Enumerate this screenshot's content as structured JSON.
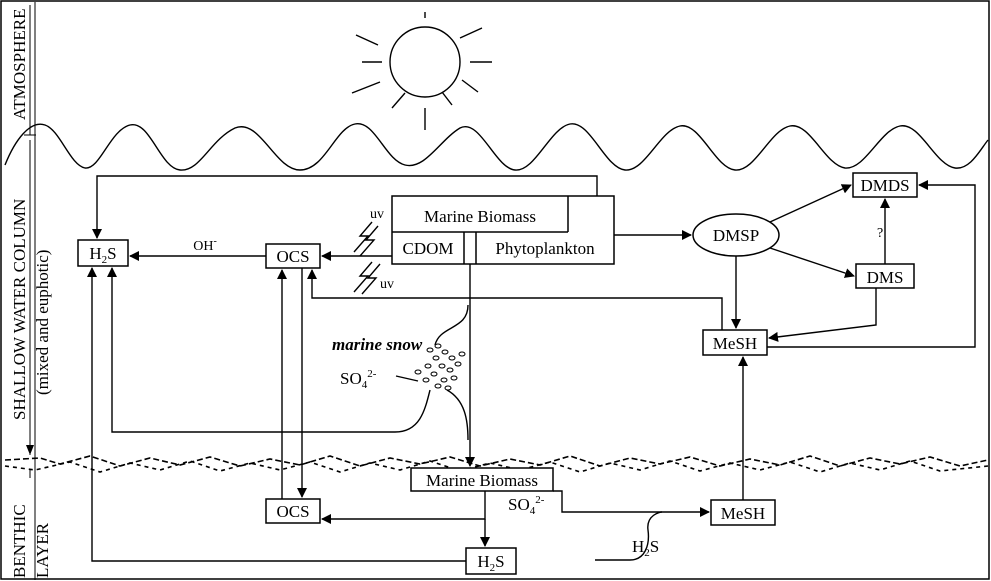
{
  "side_labels": {
    "atmosphere": "ATMOSPHERE",
    "shallow_water": "SHALLOW WATER COLUMN",
    "mixed": "(mixed and euphotic)",
    "benthic": "BENTHIC",
    "layer": "LAYER"
  },
  "nodes": {
    "marine_biomass_top": "Marine Biomass",
    "cdom": "CDOM",
    "phytoplankton": "Phytoplankton",
    "dmsp": "DMSP",
    "dmds": "DMDS",
    "dms": "DMS",
    "mesh_top": "MeSH",
    "ocs_top": "OCS",
    "h2s_top": {
      "main": "H",
      "sub": "2",
      "tail": "S"
    },
    "marine_biomass_bottom": "Marine Biomass",
    "ocs_bottom": "OCS",
    "mesh_bottom": "MeSH",
    "h2s_bottom": {
      "main": "H",
      "sub": "2",
      "tail": "S"
    }
  },
  "labels": {
    "uv1": "uv",
    "uv2": "uv",
    "oh": {
      "main": "OH",
      "sup": "-"
    },
    "question": "?",
    "marine_snow": "marine snow",
    "so4_top": {
      "main": "SO",
      "sub": "4",
      "sup": "2-"
    },
    "so4_bottom": {
      "main": "SO",
      "sub": "4",
      "sup": "2-"
    },
    "h2s_label": {
      "main": "H",
      "sub": "2",
      "tail": "S"
    }
  }
}
